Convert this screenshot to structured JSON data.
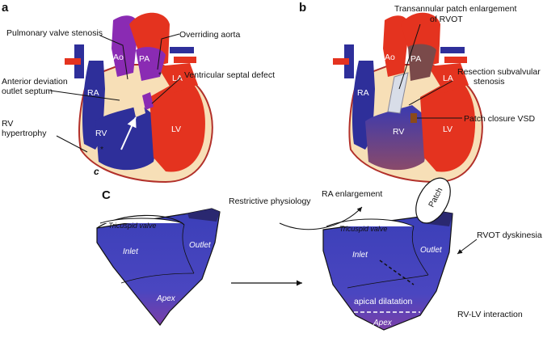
{
  "panels": {
    "a": "a",
    "b": "b",
    "c_small": "c",
    "c_big": "C"
  },
  "panel_a": {
    "labels": {
      "pulmonary_valve_stenosis": "Pulmonary valve stenosis",
      "overriding_aorta": "Overriding aorta",
      "anterior_deviation_1": "Anterior deviation",
      "anterior_deviation_2": "outlet septum",
      "vsd": "Ventricular septal defect",
      "rv_hypertrophy_1": "RV",
      "rv_hypertrophy_2": "hypertrophy",
      "ao": "Ao",
      "pa": "PA",
      "la": "LA",
      "ra": "RA",
      "rv": "RV",
      "lv": "LV",
      "asterisk": "*"
    }
  },
  "panel_b": {
    "labels": {
      "transannular_1": "Transannular patch enlargement",
      "transannular_2": "of RVOT",
      "resection_1": "Resection subvalvular",
      "resection_2": "stenosis",
      "patch_vsd": "Patch closure VSD",
      "ao": "Ao",
      "pa": "PA",
      "la": "LA",
      "ra": "RA",
      "rv": "RV",
      "lv": "LV"
    }
  },
  "panel_c": {
    "left": {
      "tricuspid": "Tricuspid valve",
      "inlet": "Inlet",
      "outlet": "Outlet",
      "apex": "Apex"
    },
    "right": {
      "tricuspid": "Tricuspid valve",
      "inlet": "Inlet",
      "outlet": "Outlet",
      "apex": "Apex",
      "patch": "Patch",
      "apical_dilatation": "apical dilatation"
    },
    "annotations": {
      "restrictive": "Restrictive physiology",
      "ra_enlargement": "RA enlargement",
      "rvot_dyskinesia": "RVOT dyskinesia",
      "rv_lv": "RV-LV interaction"
    }
  },
  "colors": {
    "blue": "#2e2f9a",
    "red": "#e4331f",
    "purple": "#8a2bb3",
    "cream": "#f7dfb7"
  }
}
